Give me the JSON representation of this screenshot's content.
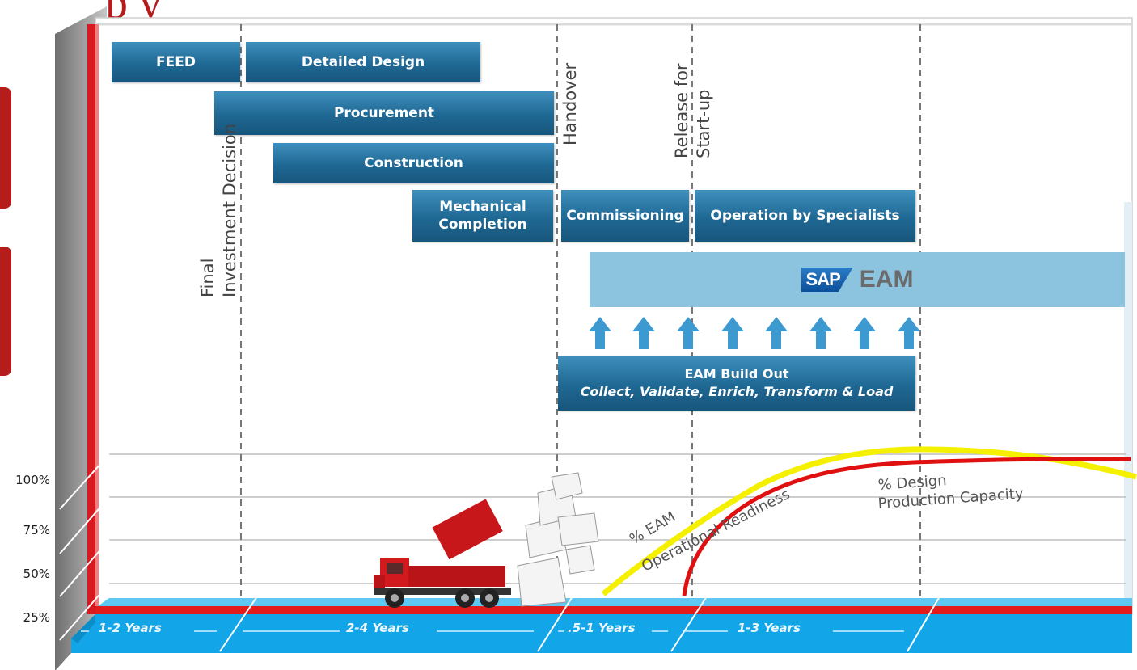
{
  "phases": {
    "feed": "FEED",
    "detailed_design": "Detailed Design",
    "procurement": "Procurement",
    "construction": "Construction",
    "mechanical_completion_1": "Mechanical",
    "mechanical_completion_2": "Completion",
    "commissioning": "Commissioning",
    "operation": "Operation by Specialists"
  },
  "milestones": {
    "fid": "Final\nInvestment Decision",
    "handover": "Handover",
    "release": "Release for\nStart-up"
  },
  "sap": {
    "logo": "SAP",
    "label": "EAM"
  },
  "build_out": {
    "title": "EAM Build Out",
    "subtitle": "Collect, Validate, Enrich, Transform & Load"
  },
  "percent_axis": [
    "100%",
    "75%",
    "50%",
    "25%"
  ],
  "curves": {
    "eam_line1": "% EAM",
    "eam_line2": "Operational Readiness",
    "design_line1": "% Design",
    "design_line2": "Production Capacity",
    "eam_color": "#f5ef00",
    "design_color": "#e01010"
  },
  "durations": [
    "1-2 Years",
    "2-4 Years",
    ".5-1 Years",
    "1-3 Years"
  ],
  "colors": {
    "phase_bar": "#1f6894",
    "sap_box": "#8cc3df",
    "floor": "#12a6e8",
    "accent_red": "#d71920"
  }
}
